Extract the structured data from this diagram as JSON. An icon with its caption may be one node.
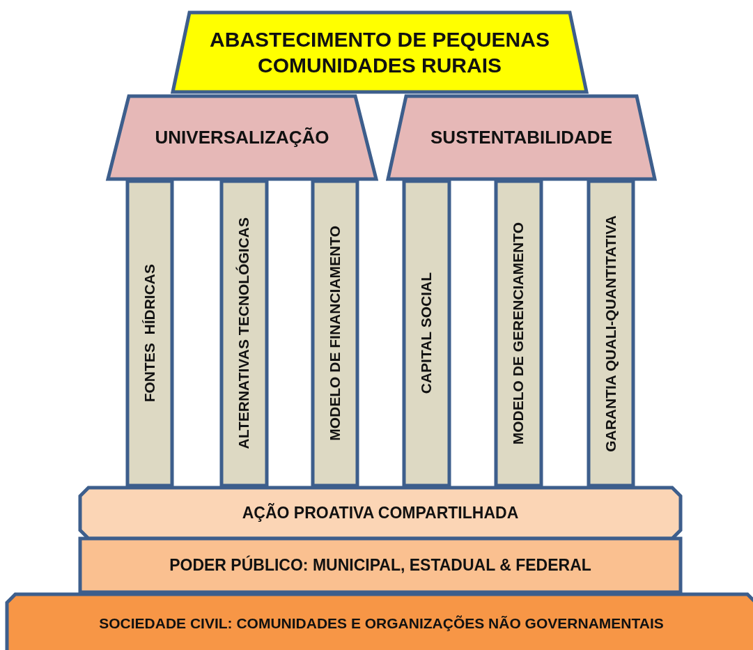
{
  "diagram": {
    "nodes": [
      {
        "text": [
          "ABASTECIMENTO DE PEQUENAS COMUNIDADES RURAIS"
        ]
      },
      {
        "text": [
          "UNIVERSALIZAÇÃO"
        ]
      },
      {
        "text": [
          "SUSTENTABILIDADE"
        ]
      },
      {
        "text": [
          "FONTES  HÍDRICAS"
        ]
      },
      {
        "text": [
          "ALTERNATIVAS TECNOLÓGICAS"
        ]
      },
      {
        "text": [
          "MODELO DE FINANCIAMENTO"
        ]
      },
      {
        "text": [
          "CAPITAL SOCIAL"
        ]
      },
      {
        "text": [
          "MODELO DE GERENCIAMENTO"
        ]
      },
      {
        "text": [
          "GARANTIA QUALI-QUANTITATIVA"
        ]
      },
      {
        "text": [
          "AÇÃO PROATIVA COMPARTILHADA"
        ]
      },
      {
        "text": [
          "PODER PÚBLICO: MUNICIPAL, ESTADUAL & FEDERAL"
        ]
      },
      {
        "text": [
          "SOCIEDADE CIVIL: COMUNIDADES E ORGANIZAÇÕES NÃO GOVERNAMENTAIS"
        ]
      }
    ]
  }
}
